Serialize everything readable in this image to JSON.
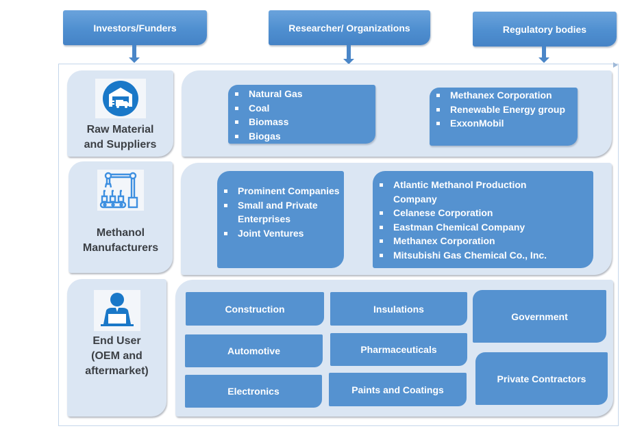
{
  "header": {
    "stakeholders": [
      {
        "label": "Investors/Funders",
        "icon": "arrow-down-icon"
      },
      {
        "label": "Researcher/ Organizations",
        "icon": "arrow-down-icon"
      },
      {
        "label": "Regulatory bodies",
        "icon": "arrow-down-icon"
      }
    ]
  },
  "colors": {
    "box_blue": "#5592d0",
    "panel_bg": "#dbe6f3",
    "label_text": "#3b3f44"
  },
  "rows": {
    "raw_material": {
      "label_line1": "Raw Material",
      "label_line2": "and Suppliers",
      "icon": "warehouse-truck-icon",
      "sources": [
        "Natural Gas",
        "Coal",
        "Biomass",
        "Biogas"
      ],
      "suppliers": [
        "Methanex Corporation",
        "Renewable Energy group",
        "ExxonMobil"
      ]
    },
    "manufacturers": {
      "label_line1": "Methanol",
      "label_line2": "Manufacturers",
      "icon": "robotic-arm-bottling-icon",
      "types": [
        "Prominent Companies",
        "Small and Private Enterprises",
        "Joint Ventures"
      ],
      "companies": [
        "Atlantic Methanol Production Company",
        "Celanese Corporation",
        "Eastman Chemical Company",
        "Methanex Corporation",
        "Mitsubishi Gas Chemical Co., Inc."
      ]
    },
    "end_user": {
      "label_line1": "End User",
      "label_line2": "(OEM and",
      "label_line3": "aftermarket)",
      "icon": "person-laptop-icon",
      "industries_col1": [
        "Construction",
        "Automotive",
        "Electronics"
      ],
      "industries_col2": [
        "Insulations",
        "Pharmaceuticals",
        "Paints and Coatings"
      ],
      "buyers": [
        "Government",
        "Private Contractors"
      ]
    }
  }
}
